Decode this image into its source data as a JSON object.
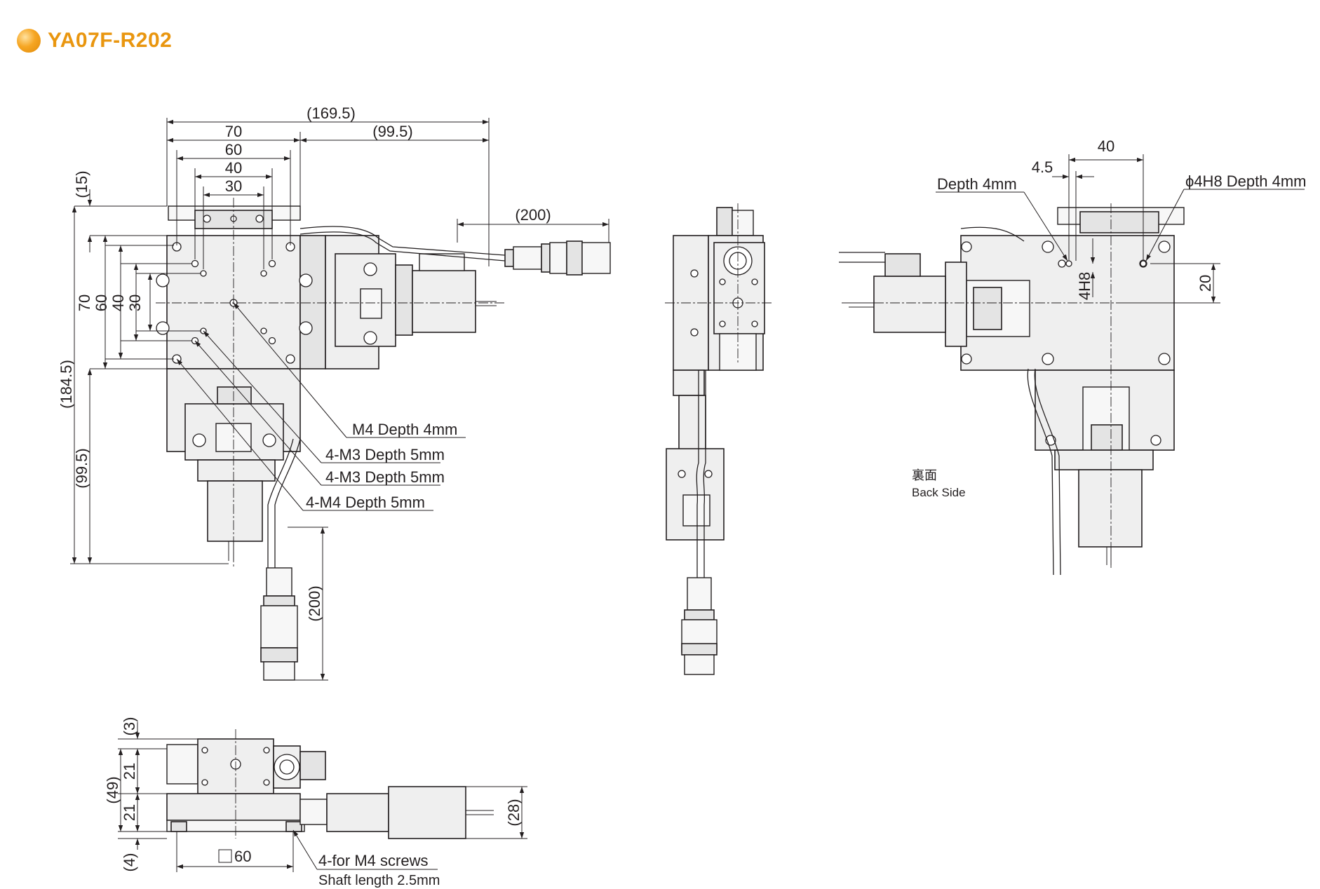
{
  "header": {
    "title": "YA07F-R202"
  },
  "front": {
    "top_dims": [
      "(169.5)",
      "70",
      "(99.5)",
      "60",
      "40",
      "30"
    ],
    "cable_dim": "(200)",
    "left_dims": [
      "(15)",
      "(184.5)",
      "(99.5)",
      "70",
      "60",
      "40",
      "30"
    ],
    "callouts": [
      "M4 Depth 4mm",
      "4-M3 Depth 5mm",
      "4-M3 Depth 5mm",
      "4-M4 Depth 5mm"
    ],
    "bottom_cable_dim": "(200)"
  },
  "back": {
    "dims": [
      "40",
      "4.5",
      "20",
      "4H8"
    ],
    "callouts": [
      "Depth 4mm",
      "ϕ4H8 Depth 4mm"
    ],
    "label_jp": "裏面",
    "label_en": "Back Side"
  },
  "side": {
    "left_dims": [
      "(3)",
      "(49)",
      "21",
      "21",
      "(4)"
    ],
    "right_dim": "(28)",
    "bottom_dim": "60",
    "note_line1": "4-for M4 screws",
    "note_line2": "Shaft length 2.5mm"
  }
}
